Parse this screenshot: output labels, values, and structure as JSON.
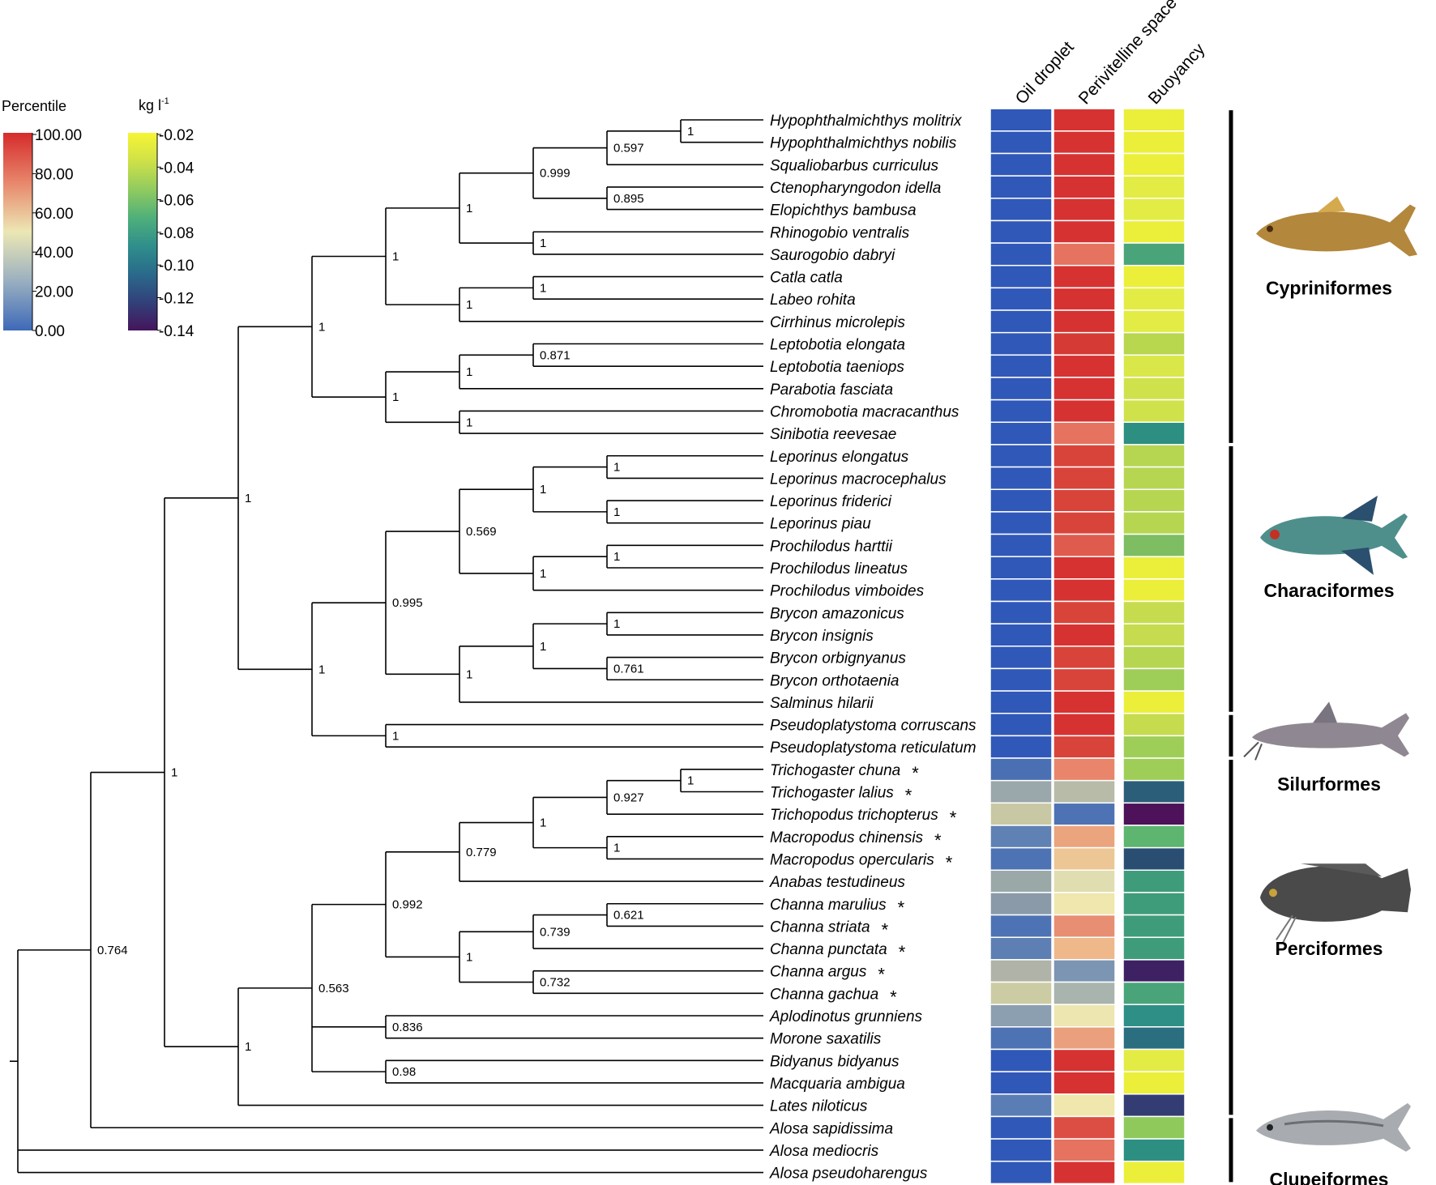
{
  "legend": {
    "percentile": {
      "title": "Percentile",
      "ticks": [
        "100.00",
        "80.00",
        "60.00",
        "40.00",
        "20.00",
        "0.00"
      ],
      "colors": [
        "#d62b2b",
        "#e7866b",
        "#ece7b4",
        "#9ab0c0",
        "#3e69b8"
      ]
    },
    "density": {
      "title_main": "kg l",
      "title_sup": "-1",
      "ticks": [
        "-0.02",
        "-0.04",
        "-0.06",
        "-0.08",
        "-0.10",
        "-0.12",
        "-0.14"
      ],
      "colors": [
        "#f7f534",
        "#cfe148",
        "#91cb5f",
        "#4fb07a",
        "#2f8f8b",
        "#2a6a8b",
        "#31417a",
        "#44155c"
      ]
    }
  },
  "columns": [
    "Oil droplet",
    "Perivitelline space",
    "Buoyancy"
  ],
  "taxa": [
    {
      "name": "Hypophthalmichthys  molitrix",
      "star": false,
      "oil": "#3058b8",
      "peri": "#d63232",
      "buoy": "#ebef3a"
    },
    {
      "name": "Hypophthalmichthys  nobilis",
      "star": false,
      "oil": "#3058b8",
      "peri": "#d63232",
      "buoy": "#ebef3a"
    },
    {
      "name": "Squaliobarbus  curriculus",
      "star": false,
      "oil": "#3058b8",
      "peri": "#d63232",
      "buoy": "#ebef3a"
    },
    {
      "name": "Ctenopharyngodon  idella",
      "star": false,
      "oil": "#3058b8",
      "peri": "#d63232",
      "buoy": "#e3ec44"
    },
    {
      "name": "Elopichthys  bambusa",
      "star": false,
      "oil": "#3058b8",
      "peri": "#d63232",
      "buoy": "#e3ec44"
    },
    {
      "name": "Rhinogobio  ventralis",
      "star": false,
      "oil": "#3058b8",
      "peri": "#d63232",
      "buoy": "#ebef3a"
    },
    {
      "name": "Saurogobio  dabryi",
      "star": false,
      "oil": "#3058b8",
      "peri": "#e5735f",
      "buoy": "#4aa47a"
    },
    {
      "name": "Catla  catla",
      "star": false,
      "oil": "#3058b8",
      "peri": "#d63232",
      "buoy": "#ebef3a"
    },
    {
      "name": "Labeo  rohita",
      "star": false,
      "oil": "#3058b8",
      "peri": "#d63232",
      "buoy": "#e3ec44"
    },
    {
      "name": "Cirrhinus  microlepis",
      "star": false,
      "oil": "#3058b8",
      "peri": "#d63232",
      "buoy": "#e3ec44"
    },
    {
      "name": "Leptobotia  elongata",
      "star": false,
      "oil": "#3058b8",
      "peri": "#d63a34",
      "buoy": "#b8d64e"
    },
    {
      "name": "Leptobotia  taeniops",
      "star": false,
      "oil": "#3058b8",
      "peri": "#d63232",
      "buoy": "#d9e748"
    },
    {
      "name": "Parabotia  fasciata",
      "star": false,
      "oil": "#3058b8",
      "peri": "#d63232",
      "buoy": "#d0e24b"
    },
    {
      "name": "Chromobotia  macracanthus",
      "star": false,
      "oil": "#3058b8",
      "peri": "#d63232",
      "buoy": "#d0e24b"
    },
    {
      "name": "Sinibotia  reevesae",
      "star": false,
      "oil": "#3058b8",
      "peri": "#e5735f",
      "buoy": "#2d8e82"
    },
    {
      "name": "Leporinus  elongatus",
      "star": false,
      "oil": "#3058b8",
      "peri": "#d8443a",
      "buoy": "#b6d652"
    },
    {
      "name": "Leporinus  macrocephalus",
      "star": false,
      "oil": "#3058b8",
      "peri": "#d8443a",
      "buoy": "#b6d652"
    },
    {
      "name": "Leporinus  friderici",
      "star": false,
      "oil": "#3058b8",
      "peri": "#d8443a",
      "buoy": "#b6d652"
    },
    {
      "name": "Leporinus  piau",
      "star": false,
      "oil": "#3058b8",
      "peri": "#d8443a",
      "buoy": "#b6d652"
    },
    {
      "name": "Prochilodus  harttii",
      "star": false,
      "oil": "#3058b8",
      "peri": "#df5b4e",
      "buoy": "#7ebd62"
    },
    {
      "name": "Prochilodus  lineatus",
      "star": false,
      "oil": "#3058b8",
      "peri": "#d63232",
      "buoy": "#ebef3a"
    },
    {
      "name": "Prochilodus  vimboides",
      "star": false,
      "oil": "#3058b8",
      "peri": "#d63232",
      "buoy": "#ebef3a"
    },
    {
      "name": "Brycon  amazonicus",
      "star": false,
      "oil": "#3058b8",
      "peri": "#d8443a",
      "buoy": "#c6dc4e"
    },
    {
      "name": "Brycon  insignis",
      "star": false,
      "oil": "#3058b8",
      "peri": "#d63232",
      "buoy": "#c6dc4e"
    },
    {
      "name": "Brycon  orbignyanus",
      "star": false,
      "oil": "#3058b8",
      "peri": "#d8443a",
      "buoy": "#b6d652"
    },
    {
      "name": "Brycon  orthotaenia",
      "star": false,
      "oil": "#3058b8",
      "peri": "#d8443a",
      "buoy": "#9fce58"
    },
    {
      "name": "Salminus  hilarii",
      "star": false,
      "oil": "#3058b8",
      "peri": "#d63232",
      "buoy": "#ebef3a"
    },
    {
      "name": "Pseudoplatystoma  corruscans",
      "star": false,
      "oil": "#3058b8",
      "peri": "#d63232",
      "buoy": "#c6dc4e"
    },
    {
      "name": "Pseudoplatystoma  reticulatum",
      "star": false,
      "oil": "#3058b8",
      "peri": "#d8443a",
      "buoy": "#9fce58"
    },
    {
      "name": "Trichogaster  chuna",
      "star": true,
      "oil": "#4a70b3",
      "peri": "#e8856b",
      "buoy": "#9fce58"
    },
    {
      "name": "Trichogaster  lalius",
      "star": true,
      "oil": "#9aa7ab",
      "peri": "#b7bba8",
      "buoy": "#2b5e78"
    },
    {
      "name": "Trichopodus  trichopterus",
      "star": true,
      "oil": "#c9c8a4",
      "peri": "#4e73b4",
      "buoy": "#4d125a"
    },
    {
      "name": "Macropodus  chinensis",
      "star": true,
      "oil": "#6081b3",
      "peri": "#eaa47e",
      "buoy": "#5db56f"
    },
    {
      "name": "Macropodus  opercularis",
      "star": true,
      "oil": "#4e73b4",
      "peri": "#ecc694",
      "buoy": "#2a4e72"
    },
    {
      "name": "Anabas  testudineus",
      "star": false,
      "oil": "#9aa9a8",
      "peri": "#e0deb0",
      "buoy": "#3f9c7a"
    },
    {
      "name": "Channa  marulius",
      "star": true,
      "oil": "#8a9aa8",
      "peri": "#efe7ae",
      "buoy": "#3f9c7a"
    },
    {
      "name": "Channa  striata",
      "star": true,
      "oil": "#4e73b4",
      "peri": "#e88e73",
      "buoy": "#3f9c7a"
    },
    {
      "name": "Channa  punctata",
      "star": true,
      "oil": "#5d7fb3",
      "peri": "#eeb88a",
      "buoy": "#3f9c7a"
    },
    {
      "name": "Channa  argus",
      "star": true,
      "oil": "#b0b4a8",
      "peri": "#7b95b3",
      "buoy": "#3e2163"
    },
    {
      "name": "Channa  gachua",
      "star": true,
      "oil": "#cccca4",
      "peri": "#a8b4ad",
      "buoy": "#4aa47a"
    },
    {
      "name": "Aplodinotus  grunniens",
      "star": false,
      "oil": "#8c9fb0",
      "peri": "#eee6b0",
      "buoy": "#2e8f86"
    },
    {
      "name": "Morone  saxatilis",
      "star": false,
      "oil": "#4e73b4",
      "peri": "#eaa07c",
      "buoy": "#2a6e80"
    },
    {
      "name": "Bidyanus  bidyanus",
      "star": false,
      "oil": "#3058b8",
      "peri": "#d63232",
      "buoy": "#e3ec44"
    },
    {
      "name": "Macquaria  ambigua",
      "star": false,
      "oil": "#3058b8",
      "peri": "#d63232",
      "buoy": "#ebef3a"
    },
    {
      "name": "Lates  niloticus",
      "star": false,
      "oil": "#5b7db5",
      "peri": "#efe7ae",
      "buoy": "#333d73"
    },
    {
      "name": "Alosa  sapidissima",
      "star": false,
      "oil": "#3058b8",
      "peri": "#dc4e43",
      "buoy": "#8fc95c"
    },
    {
      "name": "Alosa  mediocris",
      "star": false,
      "oil": "#3058b8",
      "peri": "#e5735f",
      "buoy": "#2d8e82"
    },
    {
      "name": "Alosa  pseudoharengus",
      "star": false,
      "oil": "#3058b8",
      "peri": "#d63232",
      "buoy": "#ebef3a"
    }
  ],
  "clades": [
    {
      "name": "Cypriniformes",
      "from": 0,
      "to": 14,
      "fish": "cyprinid"
    },
    {
      "name": "Characiformes",
      "from": 15,
      "to": 26,
      "fish": "characin"
    },
    {
      "name": "Silurformes",
      "from": 27,
      "to": 28,
      "fish": "catfish"
    },
    {
      "name": "Perciformes",
      "from": 29,
      "to": 44,
      "fish": "gourami"
    },
    {
      "name": "Clupeiformes",
      "from": 45,
      "to": 47,
      "fish": "shad"
    }
  ],
  "star_symbol": "*",
  "tree": {
    "s": "0.764",
    "c": [
      {
        "s": "1",
        "c": [
          {
            "s": "1",
            "c": [
              {
                "s": "1",
                "c": [
                  {
                    "s": "1",
                    "c": [
                      {
                        "s": "1",
                        "c": [
                          {
                            "s": "0.999",
                            "c": [
                              {
                                "s": "0.597",
                                "c": [
                                  {
                                    "s": "1",
                                    "c": [
                                      {
                                        "t": 0
                                      },
                                      {
                                        "t": 1
                                      }
                                    ]
                                  },
                                  {
                                    "t": 2
                                  }
                                ]
                              },
                              {
                                "s": "0.895",
                                "c": [
                                  {
                                    "t": 3
                                  },
                                  {
                                    "t": 4
                                  }
                                ]
                              }
                            ]
                          },
                          {
                            "s": "1",
                            "c": [
                              {
                                "t": 5
                              },
                              {
                                "t": 6
                              }
                            ]
                          }
                        ]
                      },
                      {
                        "s": "1",
                        "c": [
                          {
                            "s": "1",
                            "c": [
                              {
                                "t": 7
                              },
                              {
                                "t": 8
                              }
                            ]
                          },
                          {
                            "t": 9
                          }
                        ]
                      }
                    ]
                  },
                  {
                    "s": "1",
                    "c": [
                      {
                        "s": "1",
                        "c": [
                          {
                            "s": "0.871",
                            "c": [
                              {
                                "t": 10
                              },
                              {
                                "t": 11
                              }
                            ]
                          },
                          {
                            "t": 12
                          }
                        ]
                      },
                      {
                        "s": "1",
                        "c": [
                          {
                            "t": 13
                          },
                          {
                            "t": 14
                          }
                        ]
                      }
                    ]
                  }
                ]
              },
              {
                "s": "1",
                "c": [
                  {
                    "s": "0.995",
                    "c": [
                      {
                        "s": "0.569",
                        "c": [
                          {
                            "s": "1",
                            "c": [
                              {
                                "s": "1",
                                "c": [
                                  {
                                    "t": 15
                                  },
                                  {
                                    "t": 16
                                  }
                                ]
                              },
                              {
                                "s": "1",
                                "c": [
                                  {
                                    "t": 17
                                  },
                                  {
                                    "t": 18
                                  }
                                ]
                              }
                            ]
                          },
                          {
                            "s": "1",
                            "c": [
                              {
                                "s": "1",
                                "c": [
                                  {
                                    "t": 19
                                  },
                                  {
                                    "t": 20
                                  }
                                ]
                              },
                              {
                                "t": 21
                              }
                            ]
                          }
                        ]
                      },
                      {
                        "s": "1",
                        "c": [
                          {
                            "s": "1",
                            "c": [
                              {
                                "s": "1",
                                "c": [
                                  {
                                    "t": 22
                                  },
                                  {
                                    "t": 23
                                  }
                                ]
                              },
                              {
                                "s": "0.761",
                                "c": [
                                  {
                                    "t": 24
                                  },
                                  {
                                    "t": 25
                                  }
                                ]
                              }
                            ]
                          },
                          {
                            "t": 26
                          }
                        ]
                      }
                    ]
                  },
                  {
                    "s": "1",
                    "c": [
                      {
                        "t": 27
                      },
                      {
                        "t": 28
                      }
                    ]
                  }
                ]
              }
            ]
          },
          {
            "s": "1",
            "c": [
              {
                "s": "0.563",
                "c": [
                  {
                    "s": "0.992",
                    "c": [
                      {
                        "s": "0.779",
                        "c": [
                          {
                            "s": "1",
                            "c": [
                              {
                                "s": "0.927",
                                "c": [
                                  {
                                    "s": "1",
                                    "c": [
                                      {
                                        "t": 29
                                      },
                                      {
                                        "t": 30
                                      }
                                    ]
                                  },
                                  {
                                    "t": 31
                                  }
                                ]
                              },
                              {
                                "s": "1",
                                "c": [
                                  {
                                    "t": 32
                                  },
                                  {
                                    "t": 33
                                  }
                                ]
                              }
                            ]
                          },
                          {
                            "t": 34
                          }
                        ]
                      },
                      {
                        "s": "1",
                        "c": [
                          {
                            "s": "0.739",
                            "c": [
                              {
                                "s": "0.621",
                                "c": [
                                  {
                                    "t": 35
                                  },
                                  {
                                    "t": 36
                                  }
                                ]
                              },
                              {
                                "t": 37
                              }
                            ]
                          },
                          {
                            "s": "0.732",
                            "c": [
                              {
                                "t": 38
                              },
                              {
                                "t": 39
                              }
                            ]
                          }
                        ]
                      }
                    ]
                  },
                  {
                    "s": "0.836",
                    "c": [
                      {
                        "t": 40
                      },
                      {
                        "t": 41
                      }
                    ]
                  },
                  {
                    "s": "0.98",
                    "c": [
                      {
                        "t": 42
                      },
                      {
                        "t": 43
                      }
                    ]
                  }
                ]
              },
              {
                "t": 44
              }
            ]
          }
        ]
      },
      {
        "t": 45
      }
    ]
  },
  "root_children": [
    {
      "ref": "main"
    },
    {
      "t": 46
    },
    {
      "t": 47
    }
  ]
}
